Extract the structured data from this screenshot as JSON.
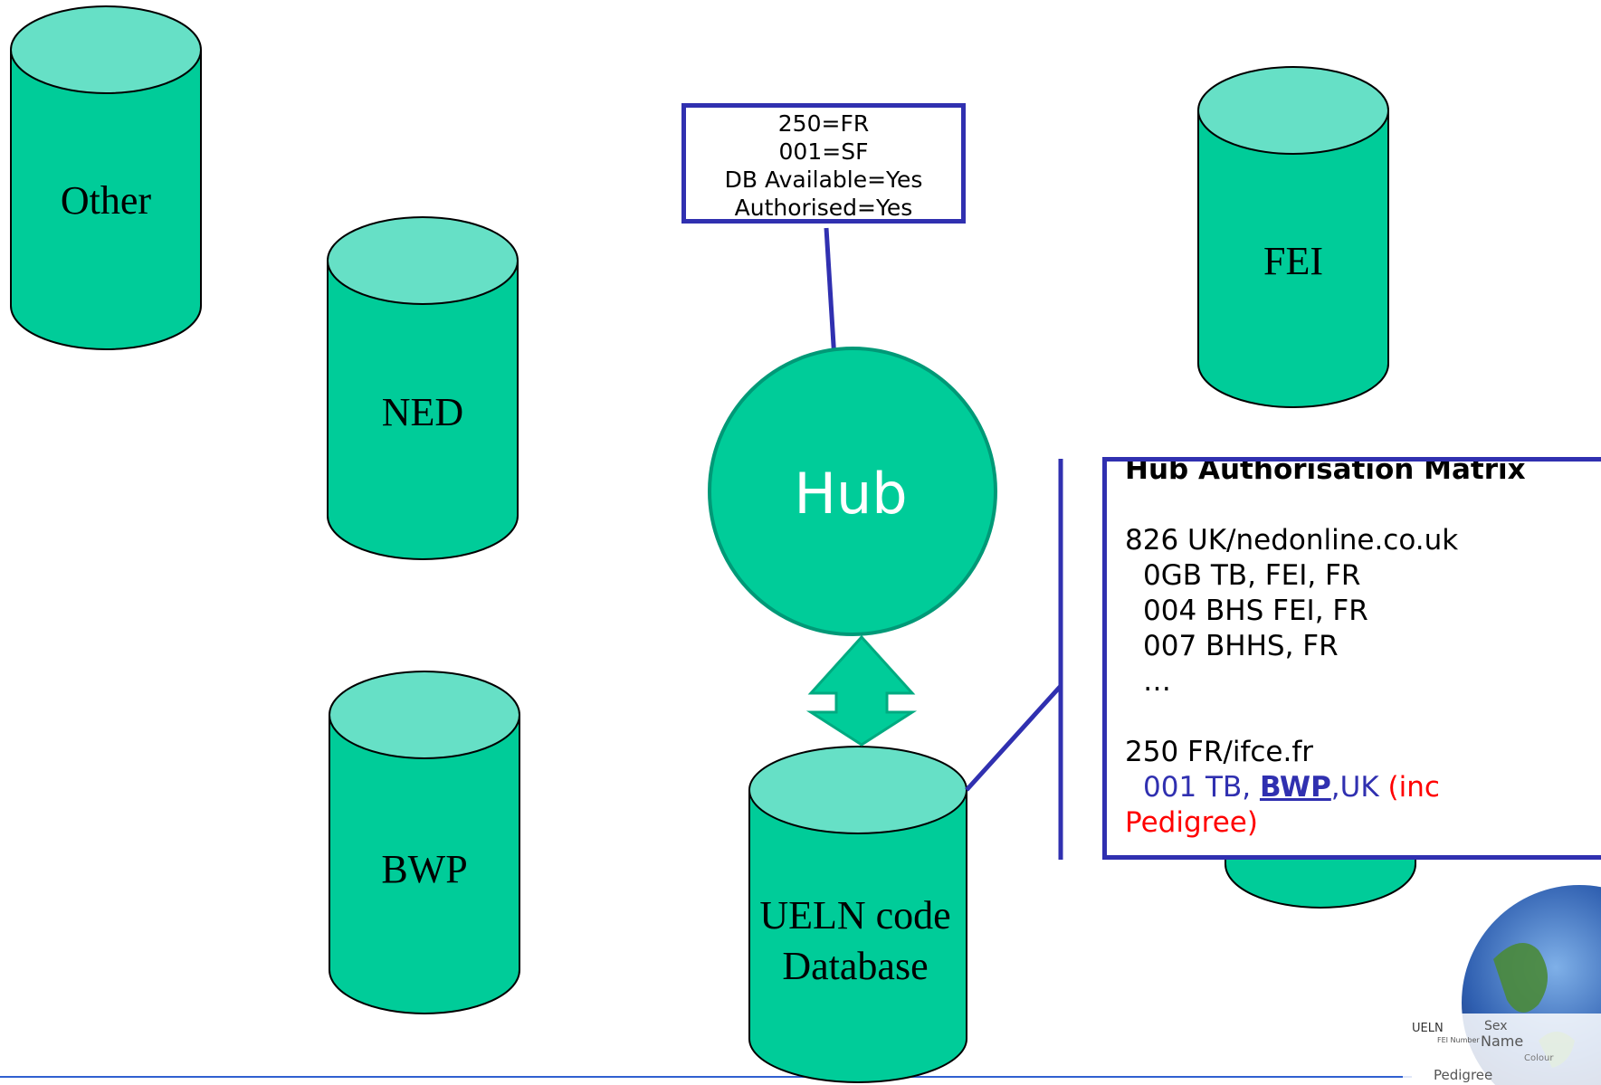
{
  "cylinders": {
    "other": {
      "label": "Other"
    },
    "ned": {
      "label": "NED"
    },
    "bwp": {
      "label": "BWP"
    },
    "fei": {
      "label": "FEI"
    },
    "ueln": {
      "label_line1": "UELN code",
      "label_line2": "Database"
    }
  },
  "hub": {
    "label": "Hub"
  },
  "auth_box": {
    "lines": [
      "250=FR",
      "001=SF",
      "DB Available=Yes",
      "Authorised=Yes"
    ]
  },
  "matrix": {
    "title": "Hub Authorisation Matrix",
    "uk_header": "826 UK/nedonline.co.uk",
    "uk_rows": [
      "0GB TB, FEI, FR",
      "004 BHS FEI, FR",
      "007 BHHS, FR",
      "…"
    ],
    "fr_header": "250 FR/ifce.fr",
    "fr_row_prefix": "001 TB, ",
    "fr_row_bwp": "BWP",
    "fr_row_mid": ",UK ",
    "fr_row_red1": "(inc",
    "fr_row_red2": "Pedigree)",
    "fr_trailing": "…"
  },
  "logo": {
    "words": [
      "UELN",
      "FEI Number",
      "Sex",
      "Name",
      "Pedigree",
      "Colour"
    ]
  },
  "colors": {
    "cylinder_body": "#00cc99",
    "cylinder_top": "#66e0c6",
    "connector": "#3030b0"
  }
}
